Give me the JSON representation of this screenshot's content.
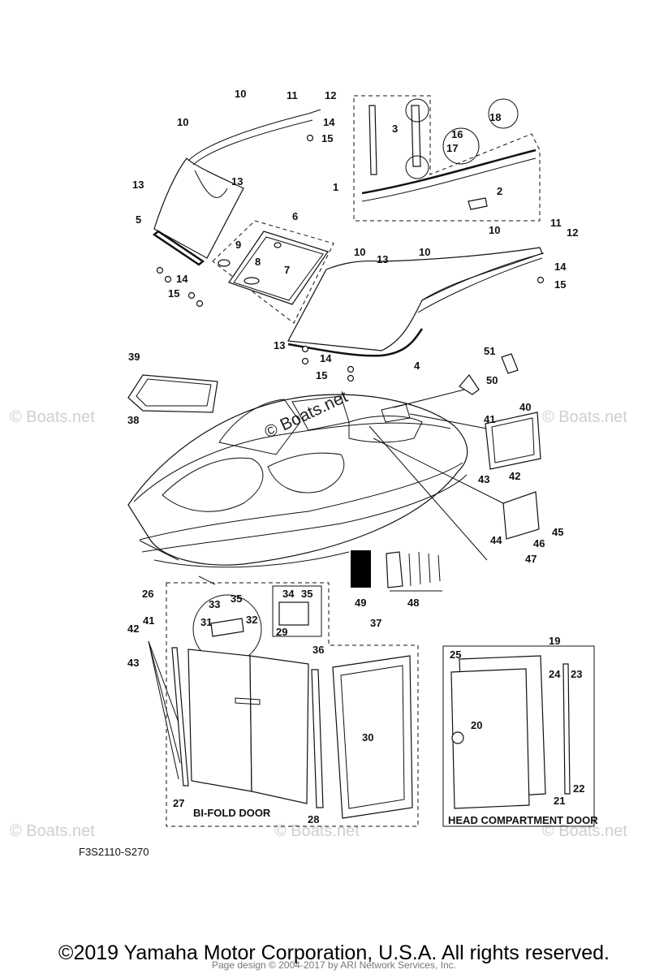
{
  "watermark": "© Boats.net",
  "center_watermark": "© Boats.net",
  "labels": {
    "bifold": "BI-FOLD DOOR",
    "head": "HEAD COMPARTMENT DOOR"
  },
  "diagram_code": "F3S2110-S270",
  "copyright": "©2019 Yamaha Motor Corporation, U.S.A. All rights reserved.",
  "page_design": "Page design © 2004-2017 by ARI Network Services, Inc."
}
